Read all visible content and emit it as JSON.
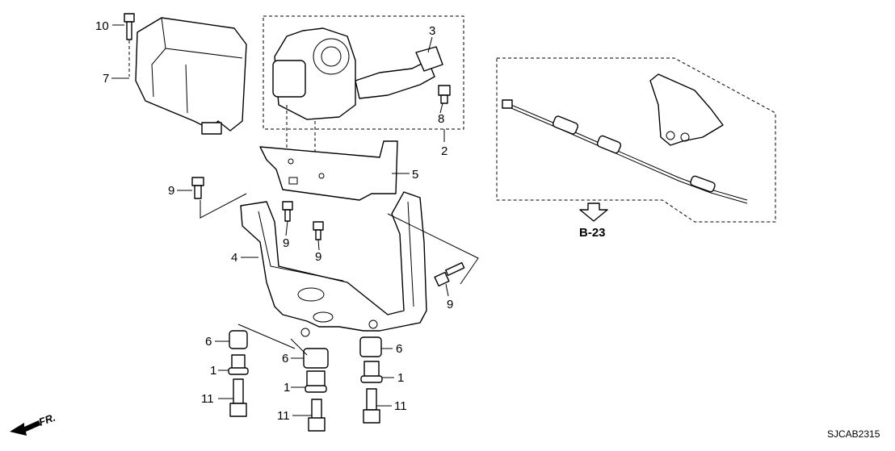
{
  "callouts": {
    "c10": "10",
    "c7": "7",
    "c3": "3",
    "c8": "8",
    "c2": "2",
    "c5": "5",
    "c9a": "9",
    "c9b": "9",
    "c9c": "9",
    "c9d": "9",
    "c4": "4",
    "c6a": "6",
    "c6b": "6",
    "c6c": "6",
    "c1a": "1",
    "c1b": "1",
    "c1c": "1",
    "c11a": "11",
    "c11b": "11",
    "c11c": "11"
  },
  "reference": "B-23",
  "front_marker": "FR.",
  "diagram_code": "SJCAB2315"
}
